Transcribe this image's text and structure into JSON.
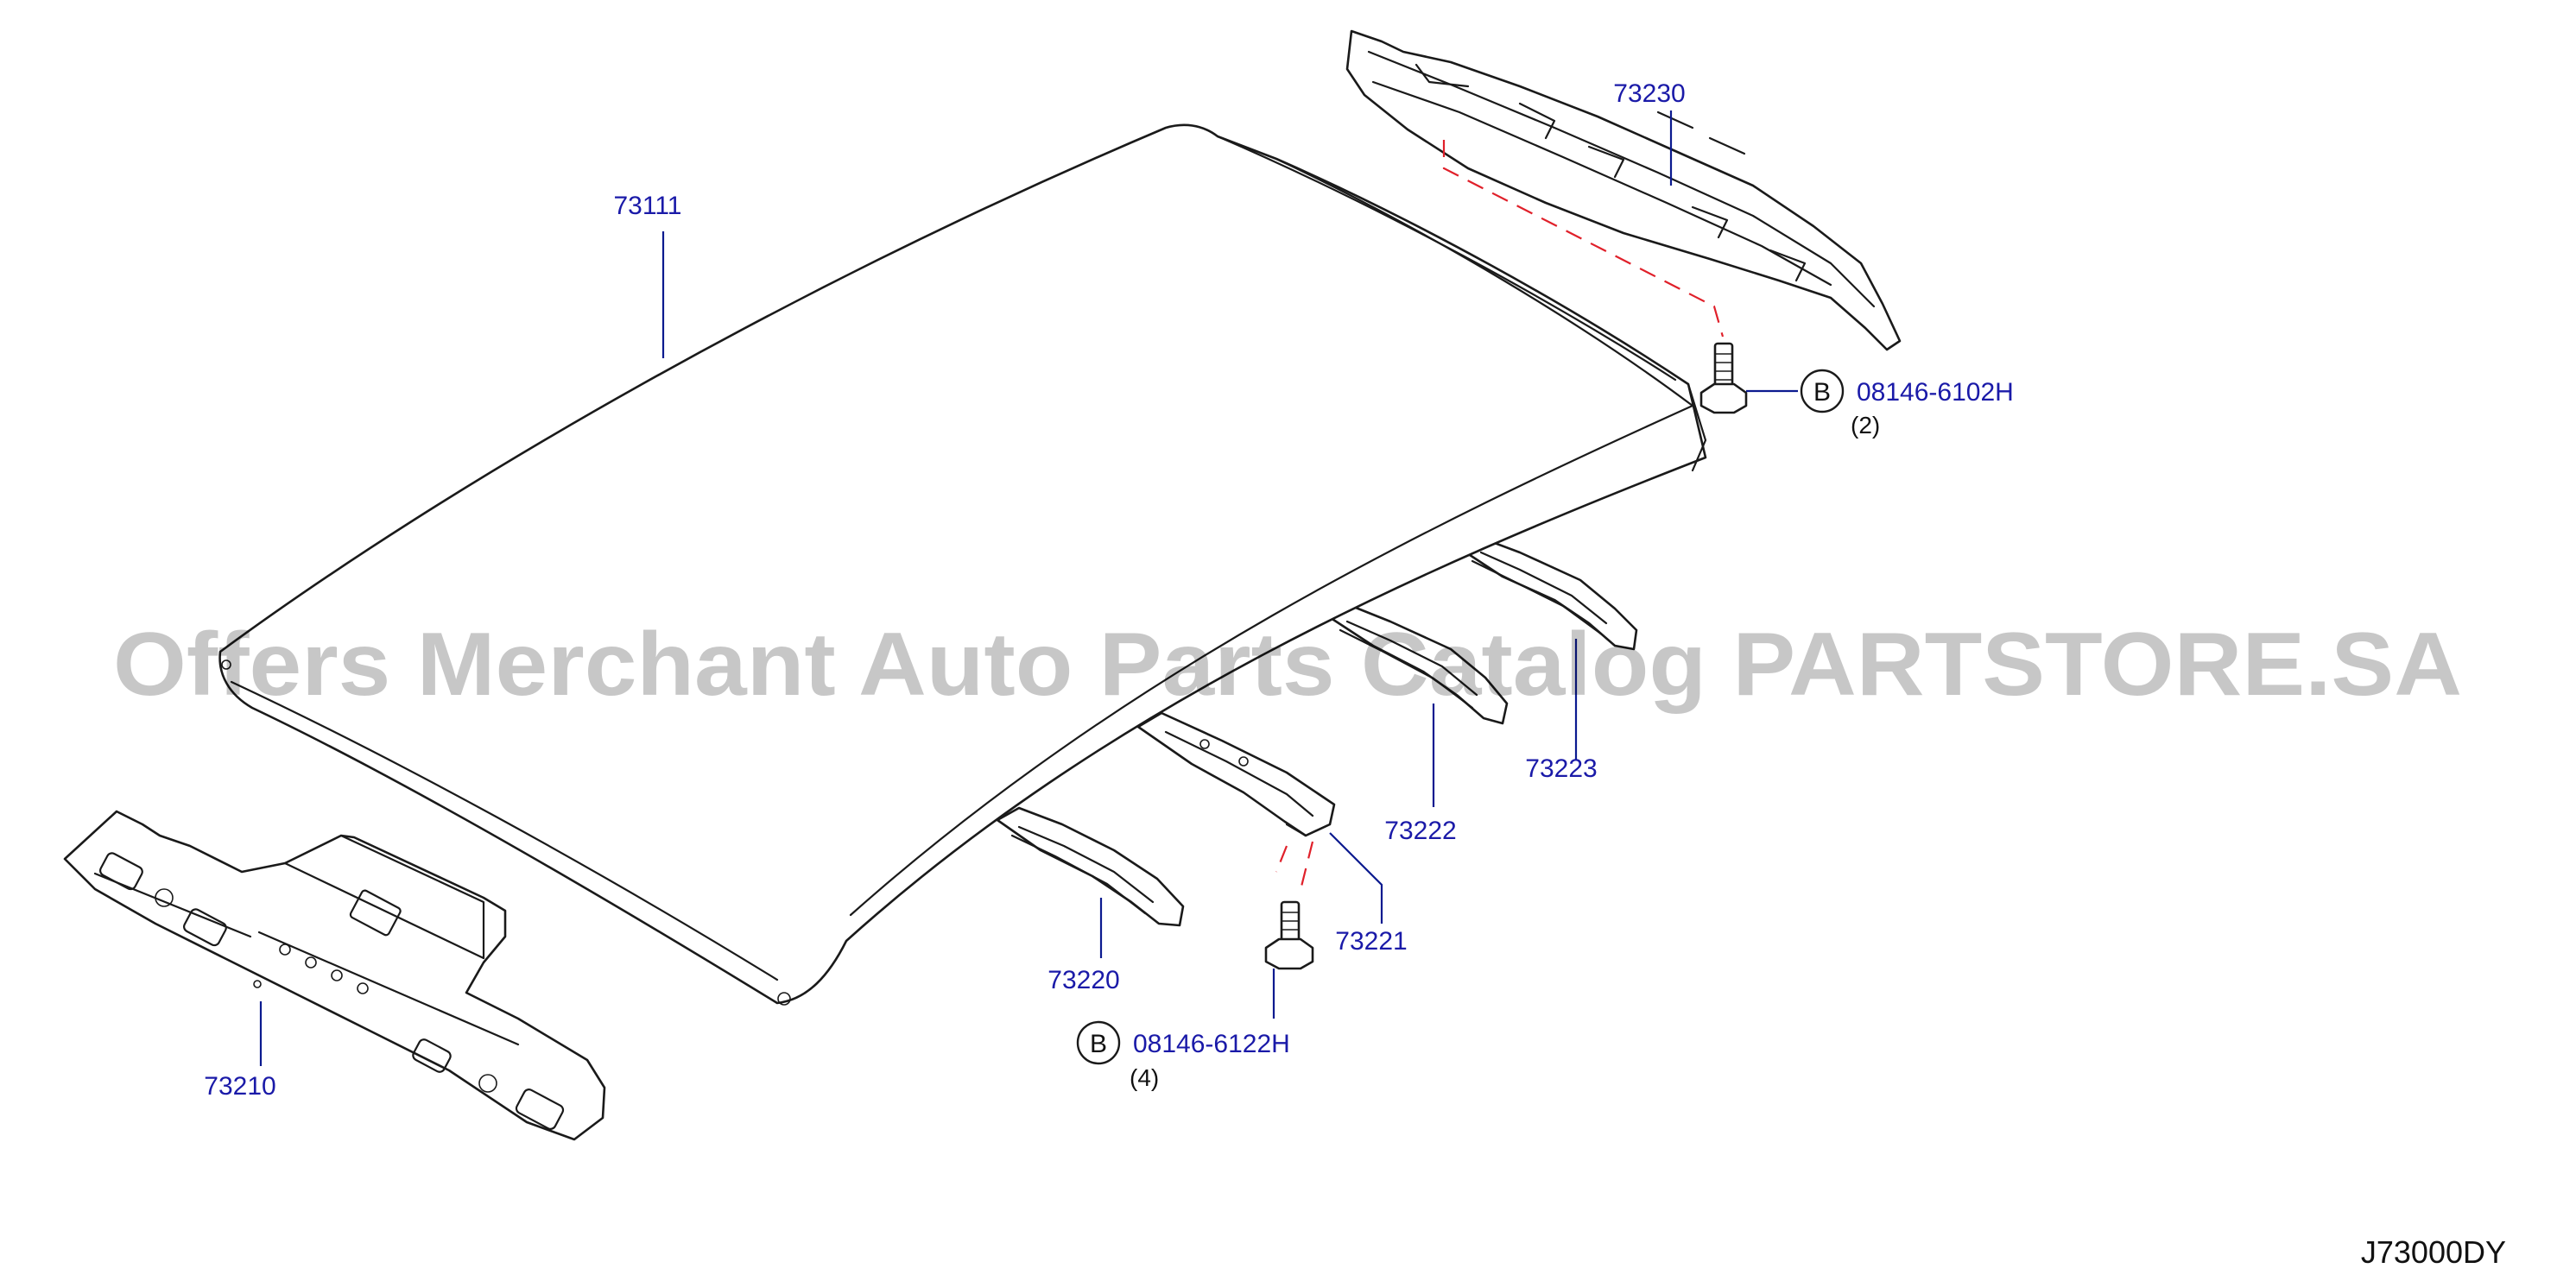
{
  "diagram": {
    "drawing_code": "J73000DY",
    "watermark": "Offers Merchant Auto Parts Catalog PARTSTORE.SA",
    "parts": {
      "roof_panel": "73111",
      "rear_header_rail": "73230",
      "front_header_rail": "73210",
      "roof_bow_1": "73220",
      "roof_bow_2": "73221",
      "roof_bow_3": "73222",
      "roof_bow_4": "73223"
    },
    "fasteners": [
      {
        "badge": "B",
        "part_number": "08146-6102H",
        "quantity": "(2)"
      },
      {
        "badge": "B",
        "part_number": "08146-6122H",
        "quantity": "(4)"
      }
    ]
  }
}
